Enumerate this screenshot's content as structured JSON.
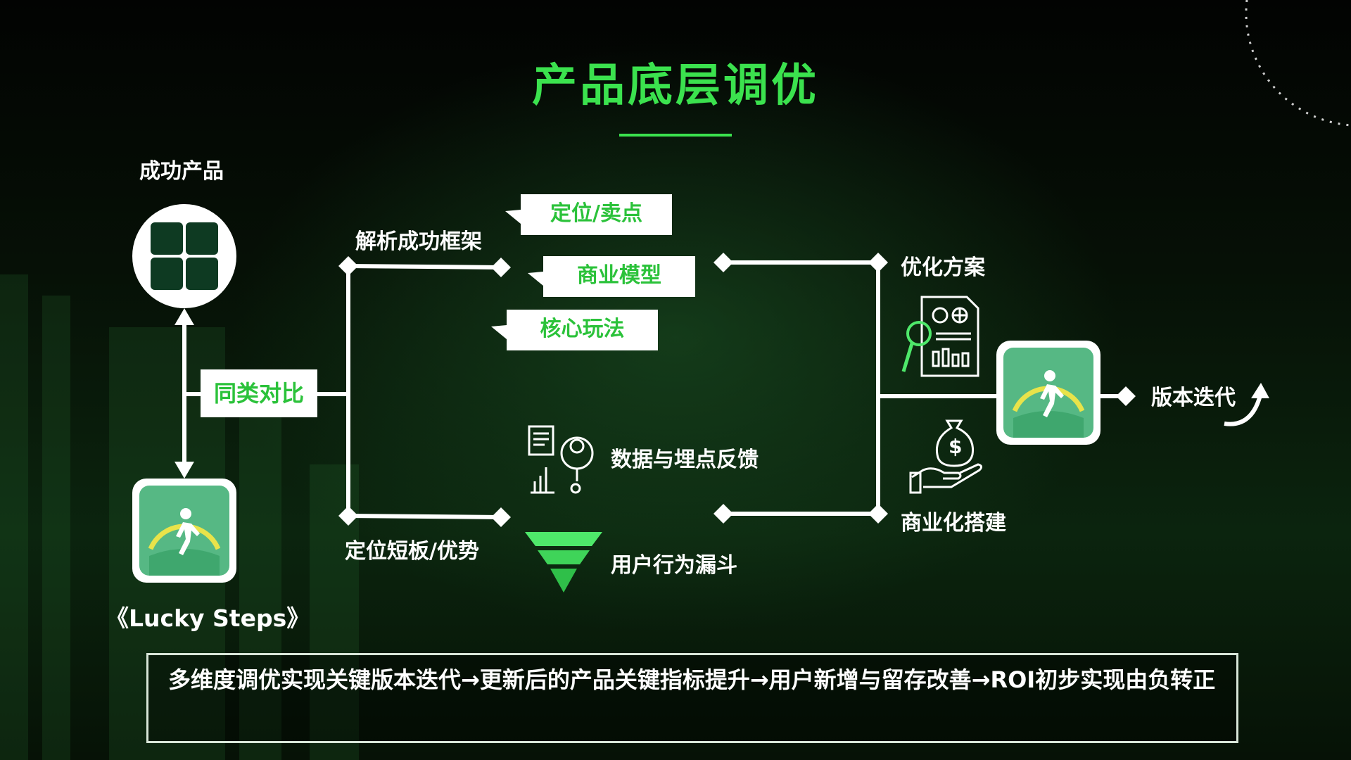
{
  "title": "产品底层调优",
  "left": {
    "success_label": "成功产品",
    "compare_label": "同类对比",
    "app_name": "《Lucky Steps》"
  },
  "branches": {
    "top_label": "解析成功框架",
    "bottom_label": "定位短板/优势",
    "tags": [
      "定位/卖点",
      "商业模型",
      "核心玩法"
    ],
    "data_feedback": "数据与埋点反馈",
    "funnel": "用户行为漏斗"
  },
  "right": {
    "optimize_label": "优化方案",
    "commercial_label": "商业化搭建",
    "iteration_label": "版本迭代"
  },
  "summary": "多维度调优实现关键版本迭代→更新后的产品关键指标提升→用户新增与留存改善→ROI初步实现由负转正",
  "colors": {
    "accent": "#3be24e",
    "tag_text": "#2bc23a",
    "app_bg": "#56b884"
  },
  "icons": [
    "grid-icon",
    "walker-app-icon",
    "report-search-icon",
    "data-gear-icon",
    "funnel-icon",
    "money-hand-icon",
    "curved-arrow-icon"
  ]
}
